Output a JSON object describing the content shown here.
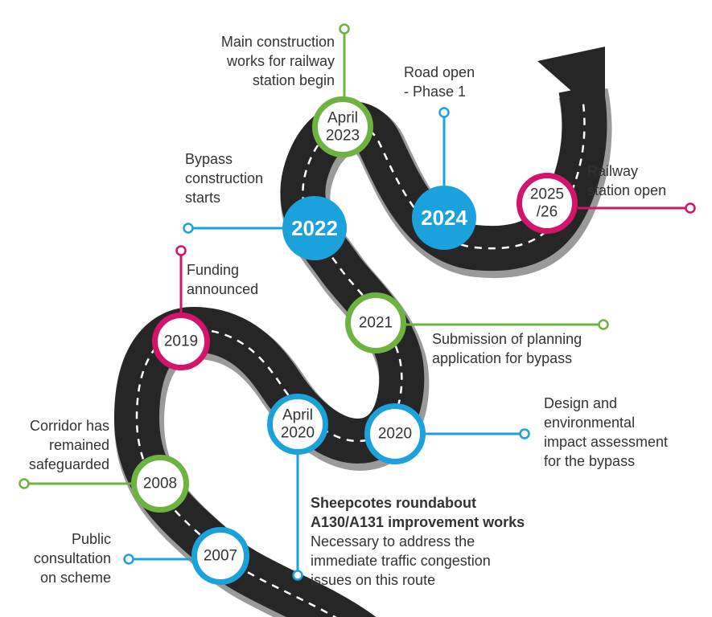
{
  "colors": {
    "green": "#6cb33f",
    "blue": "#1ba1dc",
    "pink": "#d3146a",
    "road": "#262626",
    "text": "#333333"
  },
  "milestones": [
    {
      "id": "m2007",
      "date_lines": [
        "2007"
      ],
      "style": "outline-blue",
      "bold": false,
      "label_lines": [
        "Public",
        "consultation",
        "on scheme"
      ]
    },
    {
      "id": "m2008",
      "date_lines": [
        "2008"
      ],
      "style": "outline-green",
      "bold": false,
      "label_lines": [
        "Corridor has",
        "remained",
        "safeguarded"
      ]
    },
    {
      "id": "m2019",
      "date_lines": [
        "2019"
      ],
      "style": "outline-pink",
      "bold": false,
      "label_lines": [
        "Funding",
        "announced"
      ]
    },
    {
      "id": "mApr2020",
      "date_lines": [
        "April",
        "2020"
      ],
      "style": "outline-blue",
      "bold": false,
      "label_title_lines": [
        "Sheepcotes roundabout",
        "A130/A131 improvement works"
      ],
      "label_lines": [
        "Necessary to address the",
        "immediate traffic congestion",
        "issues on this route"
      ]
    },
    {
      "id": "m2020",
      "date_lines": [
        "2020"
      ],
      "style": "outline-blue",
      "bold": false,
      "label_lines": [
        "Design and",
        "environmental",
        "impact assessment",
        "for the bypass"
      ]
    },
    {
      "id": "m2021",
      "date_lines": [
        "2021"
      ],
      "style": "outline-green",
      "bold": false,
      "label_lines": [
        "Submission of planning",
        "application for bypass"
      ]
    },
    {
      "id": "m2022",
      "date_lines": [
        "2022"
      ],
      "style": "filled-blue",
      "bold": true,
      "label_lines": [
        "Bypass",
        "construction",
        "starts"
      ]
    },
    {
      "id": "mApr2023",
      "date_lines": [
        "April",
        "2023"
      ],
      "style": "outline-green",
      "bold": false,
      "label_lines": [
        "Main construction",
        "works for railway",
        "station begin"
      ]
    },
    {
      "id": "m2024",
      "date_lines": [
        "2024"
      ],
      "style": "filled-blue",
      "bold": true,
      "label_lines": [
        "Road open",
        "- Phase 1"
      ]
    },
    {
      "id": "m2025",
      "date_lines": [
        "2025",
        "/26"
      ],
      "style": "outline-pink",
      "bold": false,
      "label_lines": [
        "Railway",
        "station open"
      ]
    }
  ]
}
